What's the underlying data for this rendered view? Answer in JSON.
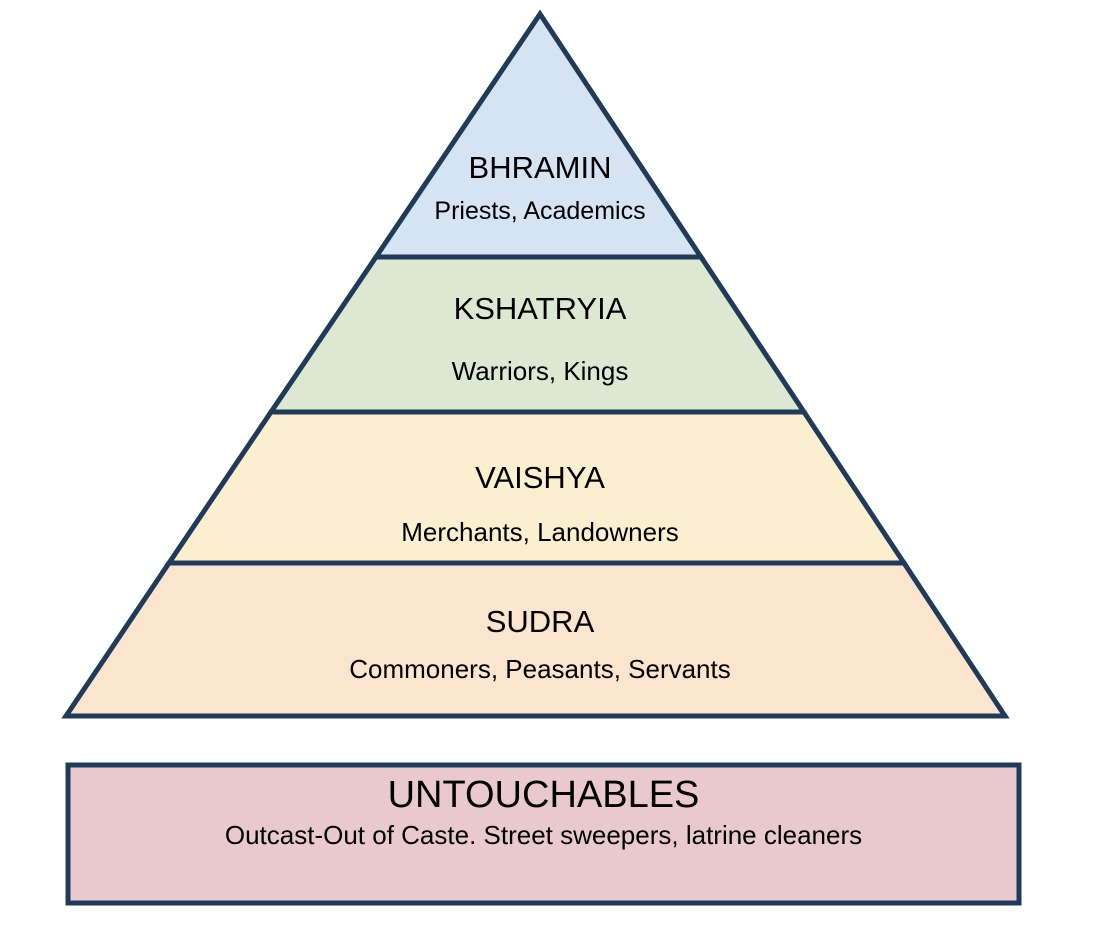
{
  "diagram": {
    "type": "pyramid",
    "subject": "Caste system hierarchy",
    "background_color": "#ffffff",
    "border_color": "#1f3b59",
    "text_color": "#000000",
    "pyramid_levels": [
      {
        "name": "BHRAMIN",
        "description": "Priests, Academics",
        "color": "#d6e3f2"
      },
      {
        "name": "KSHATRYIA",
        "description": "Warriors, Kings",
        "color": "#dde8d3"
      },
      {
        "name": "VAISHYA",
        "description": "Merchants, Landowners",
        "color": "#fbefcf"
      },
      {
        "name": "SUDRA",
        "description": "Commoners, Peasants, Servants",
        "color": "#fbe5cf"
      }
    ],
    "excluded_level": {
      "name": "UNTOUCHABLES",
      "description": "Outcast-Out of Caste. Street sweepers, latrine cleaners",
      "color": "#e9c9cd"
    }
  }
}
